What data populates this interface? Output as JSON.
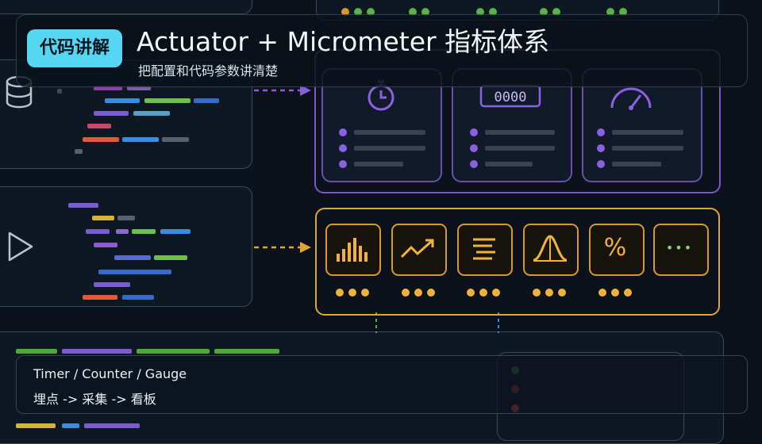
{
  "header": {
    "badge": "代码讲解",
    "title": "Actuator + Micrometer 指标体系",
    "subtitle": "把配置和代码参数讲清楚"
  },
  "footer": {
    "line1": "Timer / Counter / Gauge",
    "line2": "埋点 -> 采集 -> 看板"
  },
  "illustration": {
    "metric_cards": [
      "stopwatch-icon",
      "counter-icon",
      "gauge-icon"
    ],
    "metric_tiles": [
      "bar-chart-icon",
      "trend-line-icon",
      "stacked-lines-icon",
      "distribution-icon",
      "percent-icon",
      "more-icon"
    ],
    "tile_glyphs": {
      "percent": "%",
      "more": "•••"
    },
    "colors": {
      "purple": "#7c57c9",
      "orange": "#e3a52b",
      "badge": "#55d6f2"
    }
  }
}
